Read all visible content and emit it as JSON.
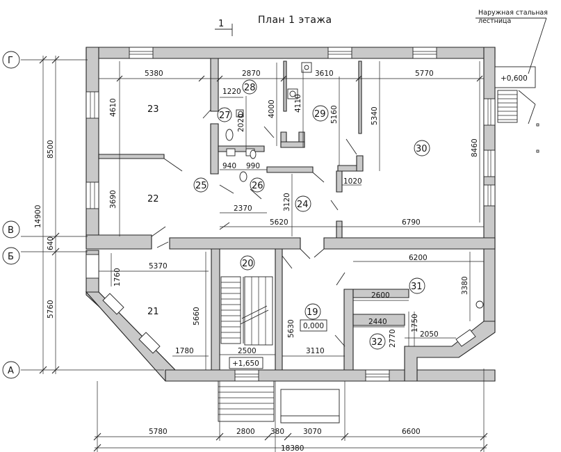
{
  "title": "План 1 этажа",
  "section_mark": "1",
  "stair_note": [
    "Наружная стальная",
    "лестница"
  ],
  "axes": {
    "g": "Г",
    "v": "В",
    "b": "Б",
    "a": "А"
  },
  "rooms": {
    "r19": "19",
    "r20": "20",
    "r21": "21",
    "r22": "22",
    "r23": "23",
    "r24": "24",
    "r25": "25",
    "r26": "26",
    "r27": "27",
    "r28": "28",
    "r29": "29",
    "r30": "30",
    "r31": "31",
    "r32": "32"
  },
  "levels": {
    "entrance": "+1,650",
    "floor": "0,000",
    "stair": "+0,600"
  },
  "dims": {
    "d5380": "5380",
    "d2870": "2870",
    "d3610": "3610",
    "d5770": "5770",
    "d1220": "1220",
    "d4610": "4610",
    "d4000": "4000",
    "d4110": "4110",
    "d2020": "2020",
    "d5160": "5160",
    "d5340": "5340",
    "d8460": "8460",
    "d940": "940",
    "d990": "990",
    "d1020": "1020",
    "d3690": "3690",
    "d2370": "2370",
    "d3120": "3120",
    "d5620": "5620",
    "d6790": "6790",
    "d1760": "1760",
    "d5370": "5370",
    "d6200": "6200",
    "d5660": "5660",
    "d5630": "5630",
    "d3380": "3380",
    "d2600": "2600",
    "d2440": "2440",
    "d1750": "1750",
    "d2050": "2050",
    "d2770": "2770",
    "d1780": "1780",
    "d2500": "2500",
    "d3110": "3110",
    "d5780": "5780",
    "d2800": "2800",
    "d380": "380",
    "d3070": "3070",
    "d6600": "6600",
    "d18380": "18380",
    "d8500": "8500",
    "d14900": "14900",
    "d640": "640",
    "d5760": "5760"
  }
}
